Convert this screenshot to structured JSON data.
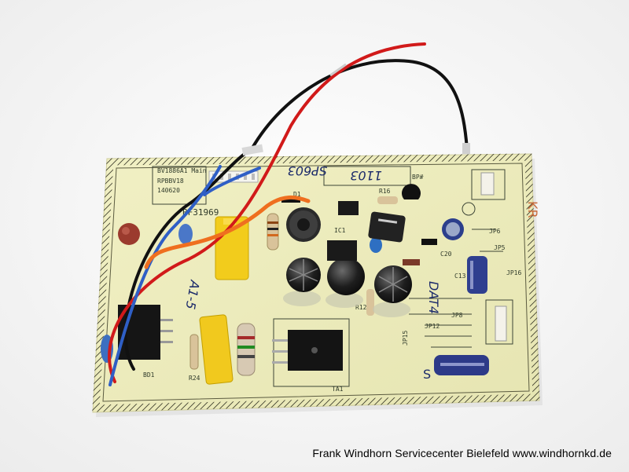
{
  "photo": {
    "board_label": "BV1886A1 Main",
    "board_code": "RPBBV18",
    "date_code": "140620",
    "serial": "BF31969",
    "handwriting_top": "SP603",
    "handwriting_box": "1103",
    "handwriting_side": "A1-5",
    "handwriting_right": "DAT4",
    "ref_d1": "D1",
    "ref_ic1": "IC1",
    "ref_r16": "R16",
    "ref_bd1": "BD1",
    "ref_r24": "R24",
    "ref_ta1": "TA1",
    "ref_c13": "C13",
    "ref_c20": "C20",
    "ref_jp5": "JP5",
    "ref_jp6": "JP6",
    "ref_jp8": "JP8",
    "ref_jp12": "JP12",
    "ref_jp15": "JP15",
    "ref_jp16": "JP16",
    "ref_r12": "R12",
    "ref_bp": "BP#"
  },
  "credit": "Frank Windhorn Servicecenter Bielefeld www.windhornkd.de"
}
